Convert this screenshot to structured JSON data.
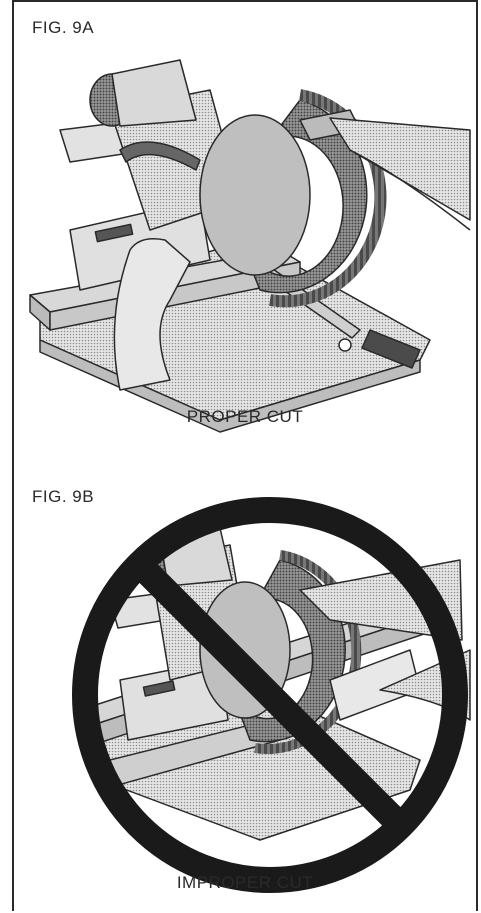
{
  "figures": {
    "fig_a": {
      "label": "FIG. 9A",
      "caption": "PROPER CUT"
    },
    "fig_b": {
      "label": "FIG. 9B",
      "caption": "IMPROPER CUT"
    }
  },
  "colors": {
    "line": "#2a2a2a",
    "halftone": "#8d8d8d",
    "light_gray": "#d2d2d2",
    "mid_gray": "#a8a8a8",
    "blade_gray": "#6f6f6f",
    "prohibition": "#1a1a1a"
  },
  "icons": {
    "illustration_a": "miter-saw-proper-cut",
    "illustration_b": "miter-saw-improper-cut",
    "prohibition": "prohibition-sign-icon"
  }
}
